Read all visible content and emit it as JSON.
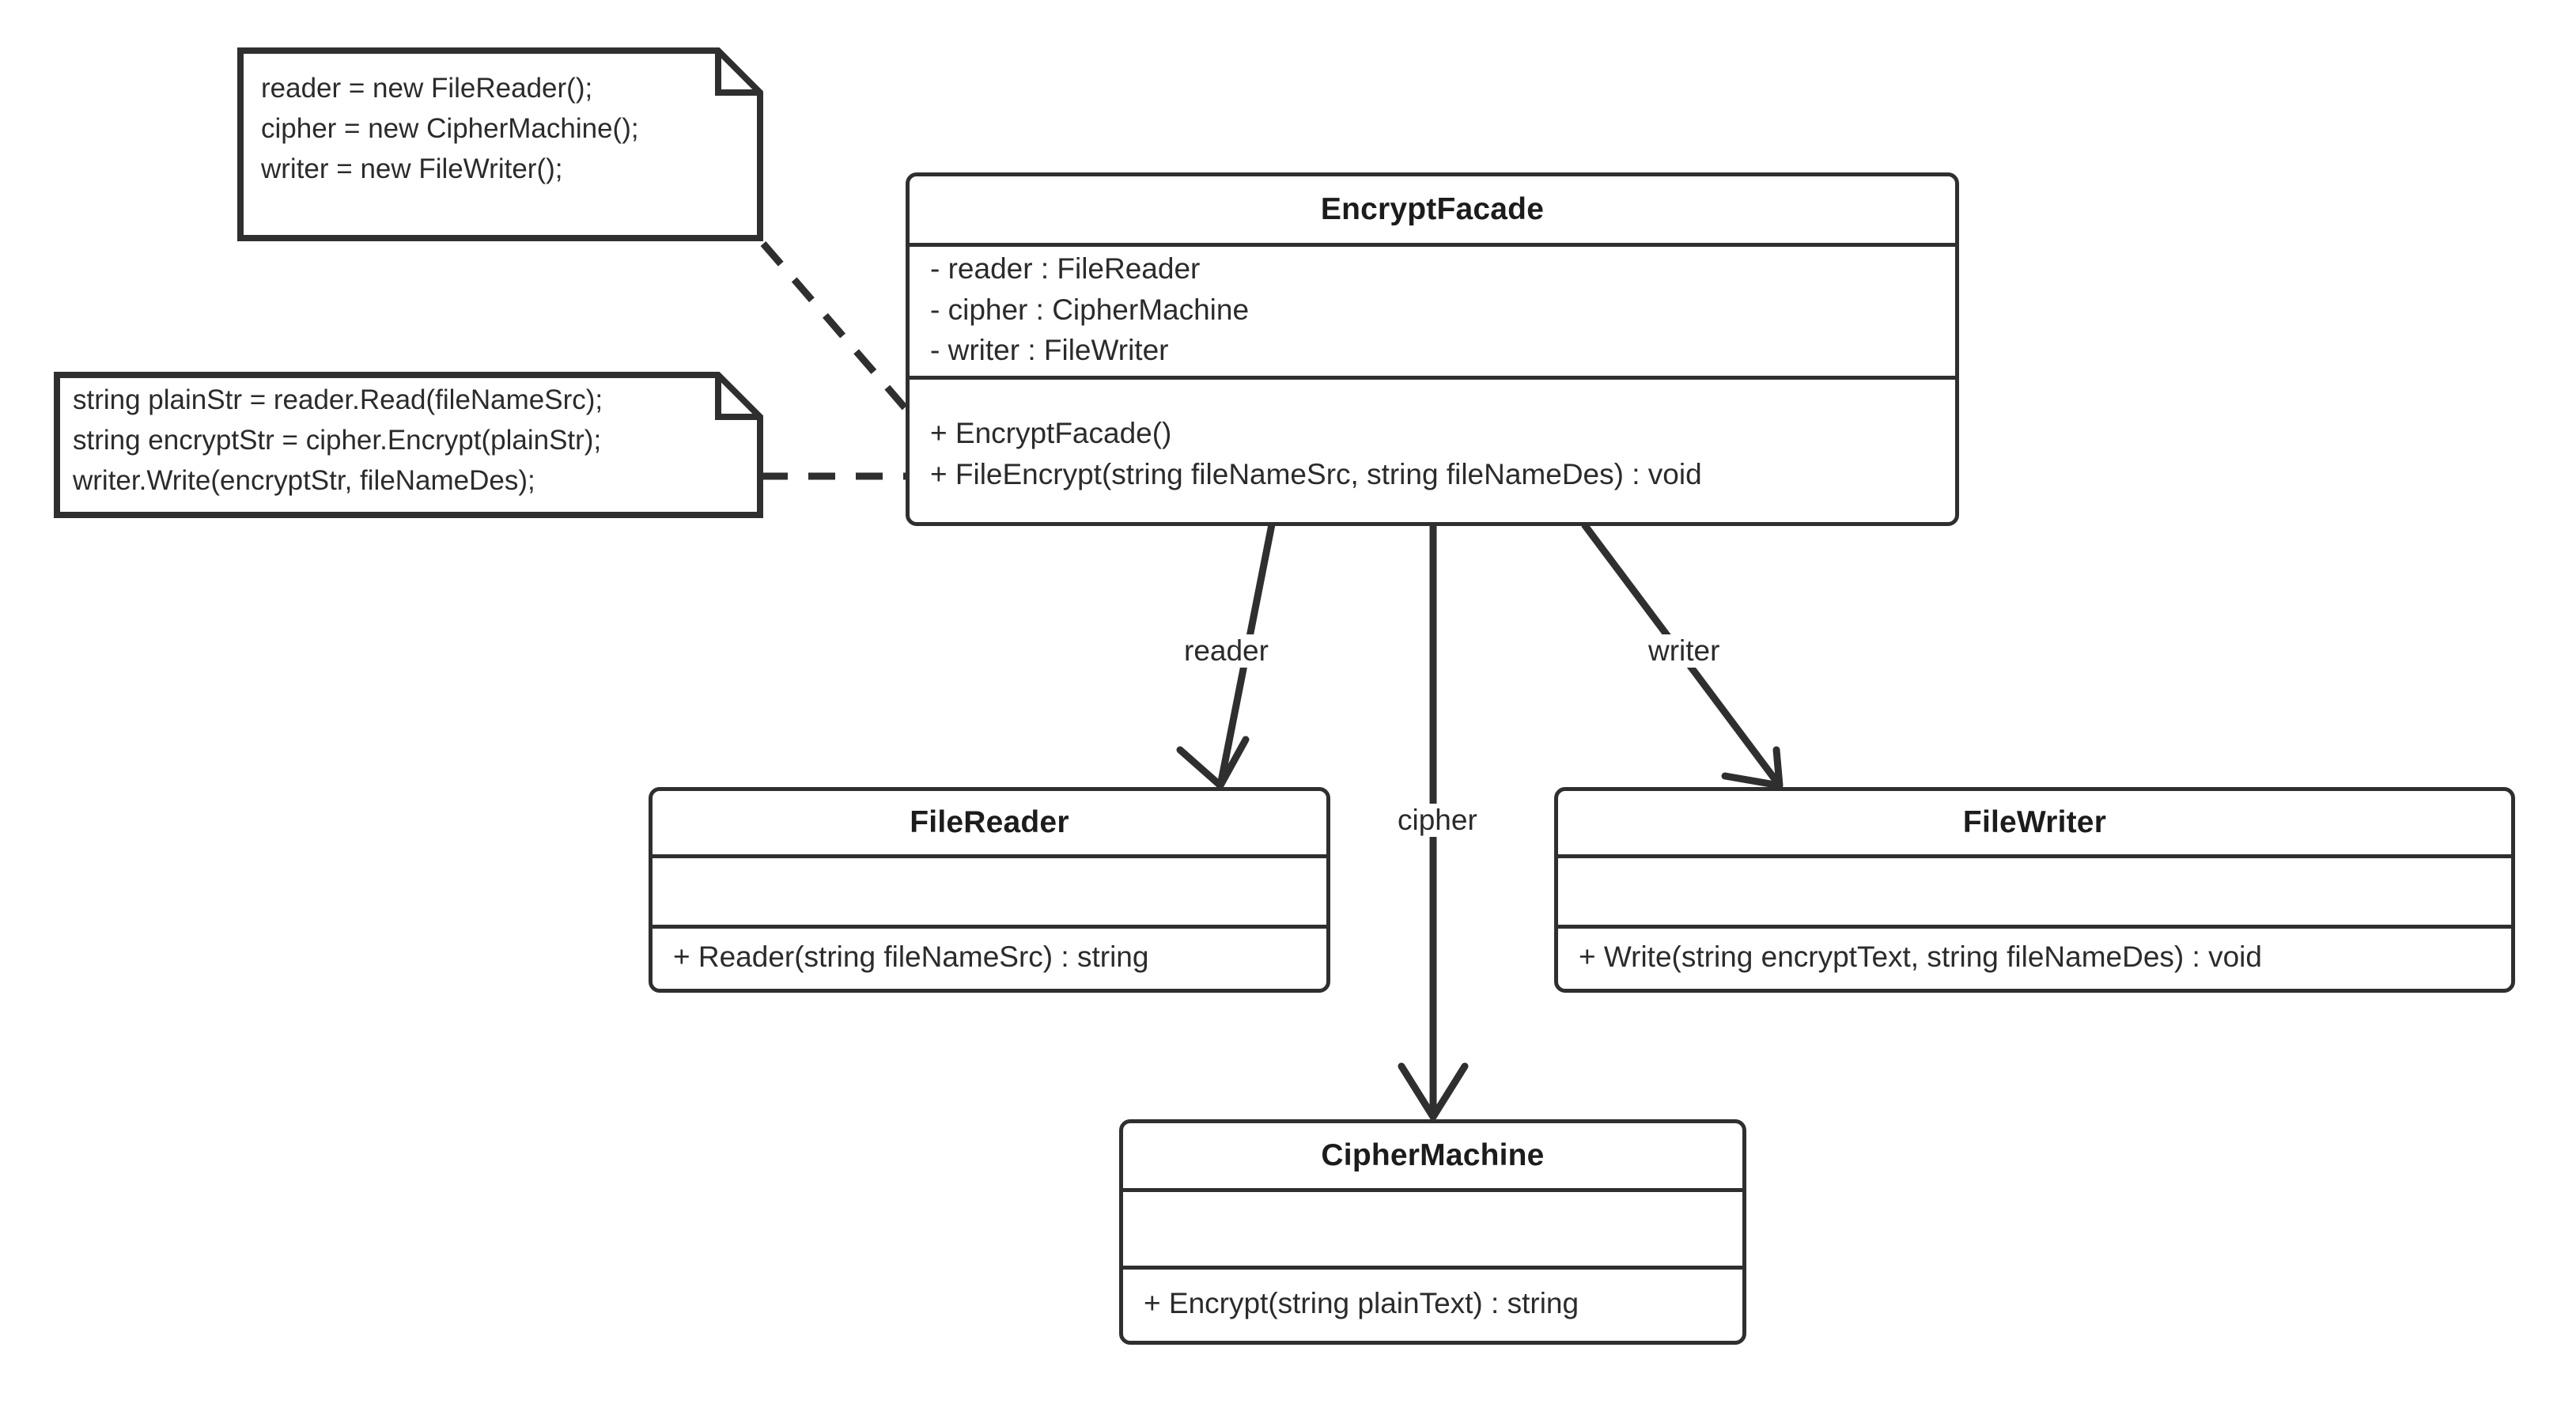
{
  "diagram": {
    "title": "EncryptFacade UML Class Diagram",
    "type": "uml-class-diagram",
    "colors": {
      "stroke": "#2f2f2f",
      "text": "#2b2b2b",
      "background": "#ffffff"
    }
  },
  "notes": [
    {
      "id": "note-constructor",
      "lines": [
        "reader = new FileReader();",
        "cipher = new CipherMachine();",
        "writer = new FileWriter();"
      ],
      "line0": "reader = new FileReader();",
      "line1": "cipher = new CipherMachine();",
      "line2": "writer = new FileWriter();"
    },
    {
      "id": "note-fileencrypt",
      "lines": [
        "string plainStr = reader.Read(fileNameSrc);",
        "string encryptStr = cipher.Encrypt(plainStr);",
        "writer.Write(encryptStr, fileNameDes);"
      ],
      "line0": "string plainStr = reader.Read(fileNameSrc);",
      "line1": "string encryptStr = cipher.Encrypt(plainStr);",
      "line2": "writer.Write(encryptStr, fileNameDes);"
    }
  ],
  "classes": {
    "encrypt_facade": {
      "name": "EncryptFacade",
      "attributes": [
        "- reader : FileReader",
        "- cipher : CipherMachine",
        "- writer : FileWriter"
      ],
      "attr0": "- reader : FileReader",
      "attr1": "- cipher : CipherMachine",
      "attr2": "- writer : FileWriter",
      "operations": [
        "+ EncryptFacade()",
        "+ FileEncrypt(string fileNameSrc, string fileNameDes) : void"
      ],
      "op0": "+ EncryptFacade()",
      "op1": "+ FileEncrypt(string fileNameSrc, string fileNameDes) : void"
    },
    "file_reader": {
      "name": "FileReader",
      "attributes": [],
      "operations": [
        "+ Reader(string fileNameSrc) : string"
      ],
      "op0": "+ Reader(string fileNameSrc) : string"
    },
    "file_writer": {
      "name": "FileWriter",
      "attributes": [],
      "operations": [
        "+ Write(string encryptText, string fileNameDes) : void"
      ],
      "op0": "+ Write(string encryptText, string fileNameDes) : void"
    },
    "cipher_machine": {
      "name": "CipherMachine",
      "attributes": [],
      "operations": [
        "+ Encrypt(string plainText) : string"
      ],
      "op0": "+ Encrypt(string plainText) : string"
    }
  },
  "edges": [
    {
      "id": "edge-reader",
      "label": "reader",
      "from": "EncryptFacade",
      "to": "FileReader",
      "style": "solid",
      "arrow": "open"
    },
    {
      "id": "edge-cipher",
      "label": "cipher",
      "from": "EncryptFacade",
      "to": "CipherMachine",
      "style": "solid",
      "arrow": "open"
    },
    {
      "id": "edge-writer",
      "label": "writer",
      "from": "EncryptFacade",
      "to": "FileWriter",
      "style": "solid",
      "arrow": "open"
    },
    {
      "id": "edge-note-constructor",
      "label": "",
      "from": "note-constructor",
      "to": "EncryptFacade",
      "style": "dashed",
      "arrow": "none"
    },
    {
      "id": "edge-note-fileencrypt",
      "label": "",
      "from": "note-fileencrypt",
      "to": "EncryptFacade",
      "style": "dashed",
      "arrow": "none"
    }
  ]
}
